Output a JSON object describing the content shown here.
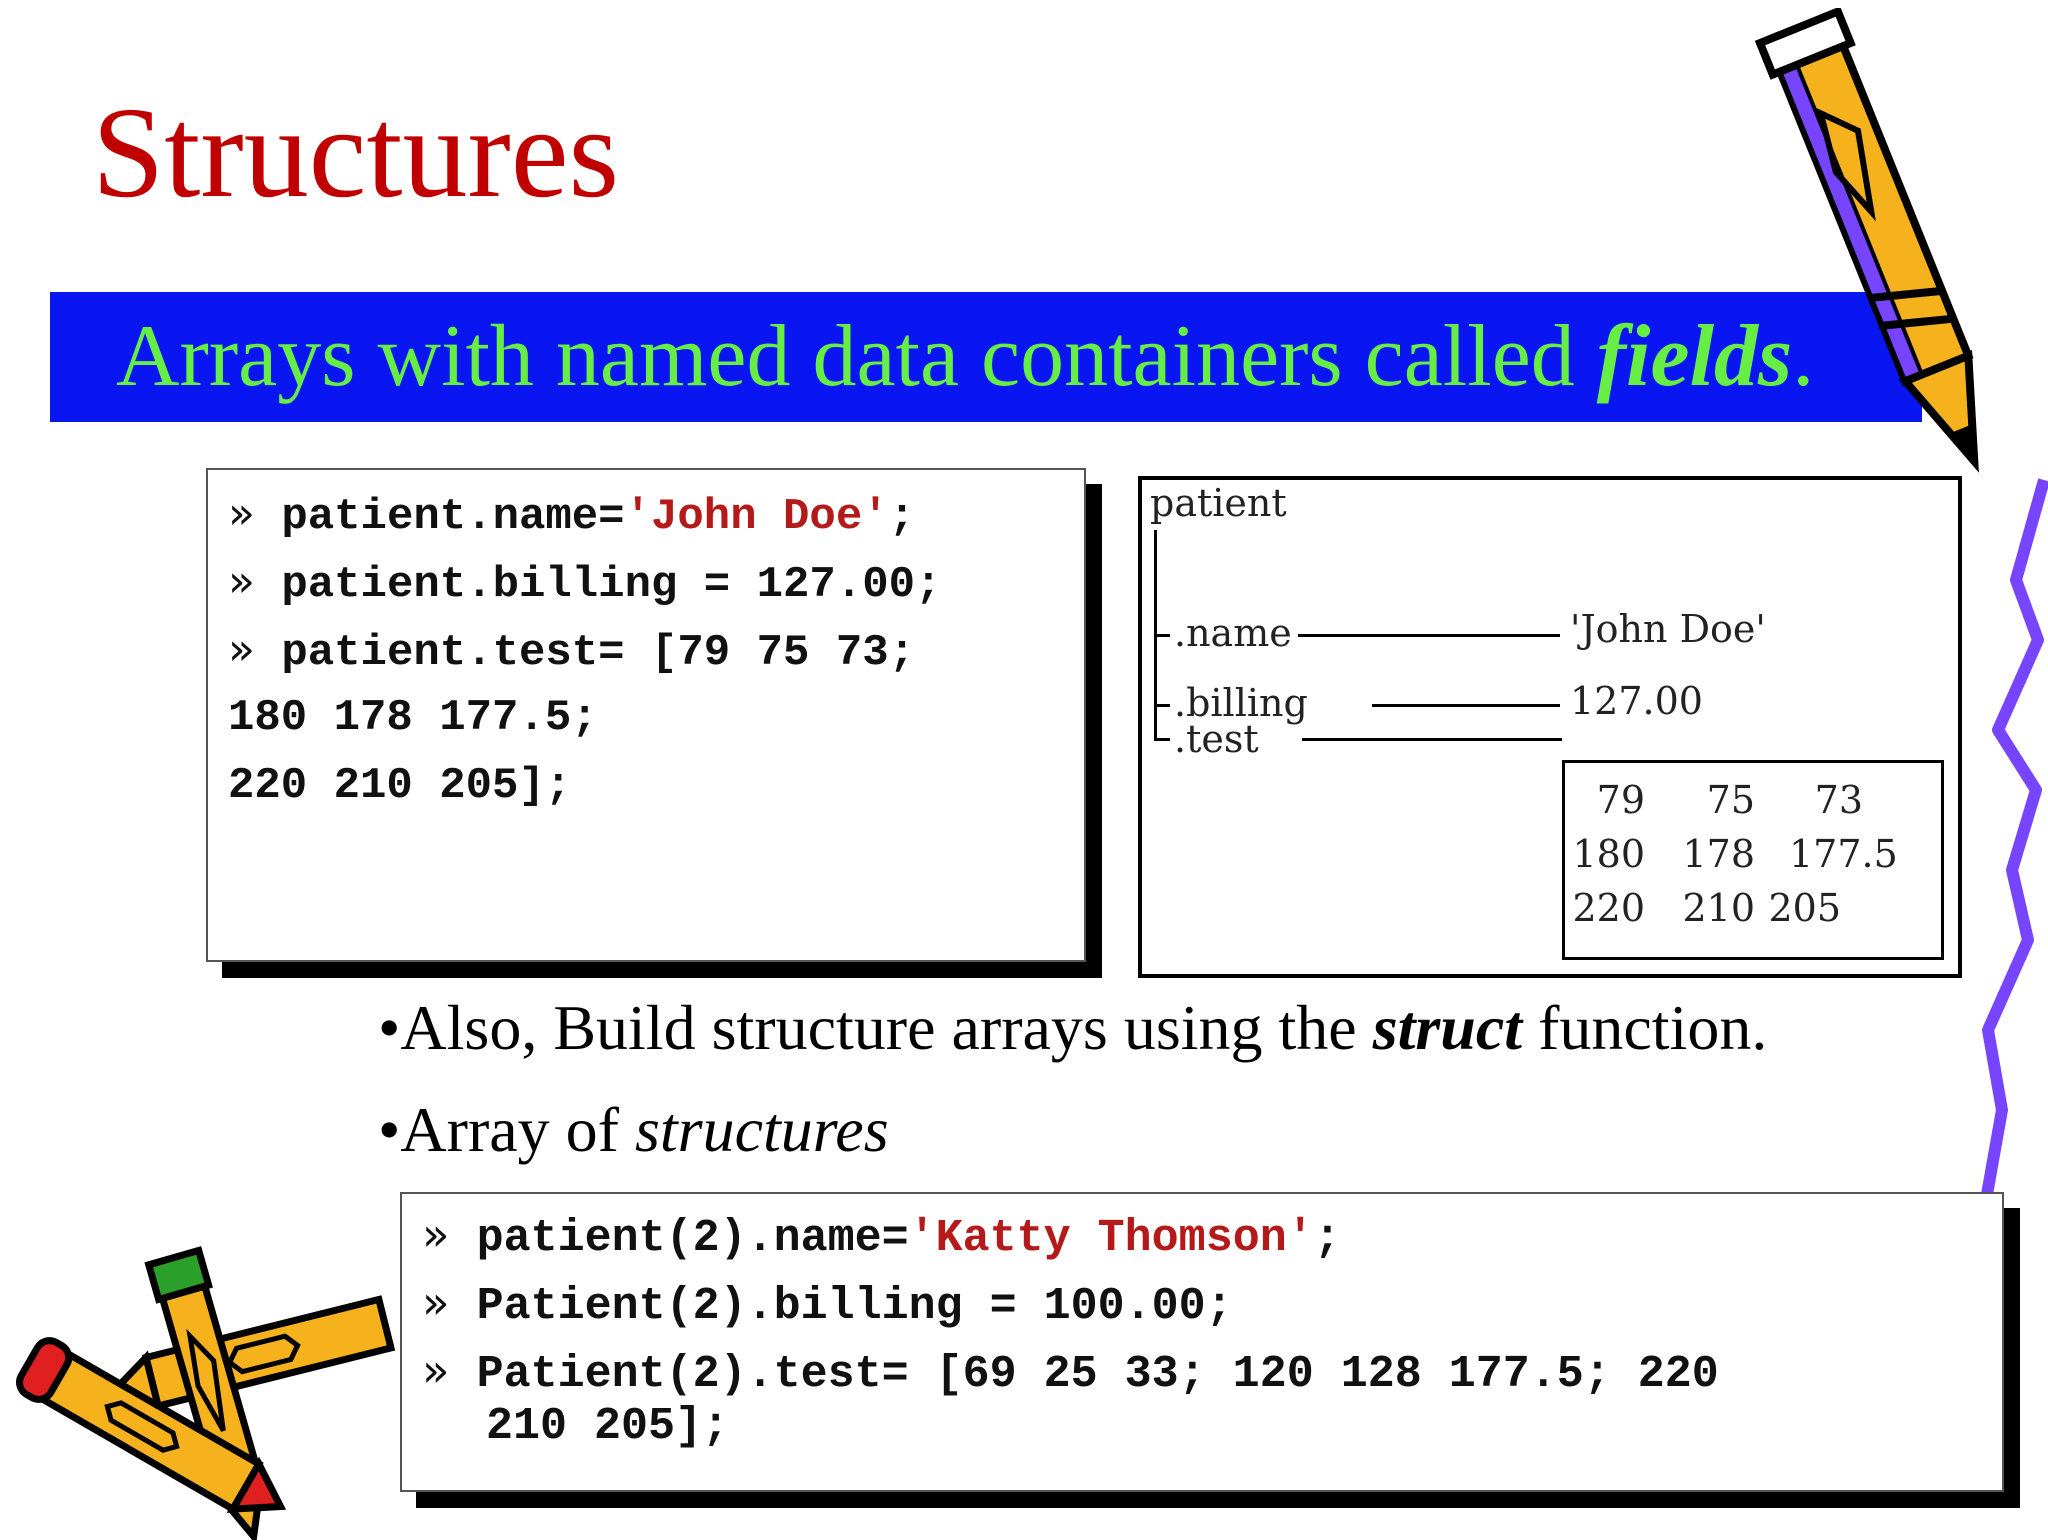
{
  "colors": {
    "title": "#c00000",
    "banner_bg": "#0a16f2",
    "banner_text": "#66ee44",
    "string_literal": "#b51a1a",
    "pencil_body": "#f5b21d",
    "pencil_accent": "#7744ff",
    "squiggle": "#7744ff"
  },
  "slide": {
    "title": "Structures",
    "banner": {
      "text_before": "Arrays with named data containers called ",
      "emphasis": "fields",
      "text_after": "."
    }
  },
  "code_block_1": {
    "prompt": "»",
    "lines": [
      {
        "prompt": true,
        "code": "patient.name=",
        "string": "'John Doe'",
        "tail": ";"
      },
      {
        "prompt": true,
        "code": "patient.billing = 127.00;"
      },
      {
        "prompt": true,
        "code": "patient.test= [79 75 73;"
      },
      {
        "prompt": false,
        "code": "180 178 177.5;"
      },
      {
        "prompt": false,
        "code": "220 210 205];"
      }
    ]
  },
  "diagram": {
    "root": "patient",
    "fields": [
      {
        "label": ".name",
        "value": "'John Doe'"
      },
      {
        "label": ".billing",
        "value": "127.00"
      },
      {
        "label": ".test",
        "value": ""
      }
    ],
    "matrix": [
      [
        "79",
        "75",
        "73"
      ],
      [
        "180",
        "178",
        "177.5"
      ],
      [
        "220",
        "210",
        "205"
      ]
    ]
  },
  "bullets": [
    {
      "marker": "•",
      "before": "Also, Build structure arrays using the ",
      "emphasis": "struct",
      "after": " function."
    },
    {
      "marker": "•",
      "before": "Array of ",
      "emphasis": "structures",
      "after": ""
    }
  ],
  "code_block_2": {
    "prompt": "»",
    "lines": [
      {
        "prompt": true,
        "code": "patient(2).name=",
        "string": "'Katty Thomson'",
        "tail": ";"
      },
      {
        "prompt": true,
        "code": "Patient(2).billing = 100.00;"
      },
      {
        "prompt": true,
        "code": "Patient(2).test= [69 25 33; 120 128 177.5; 220"
      },
      {
        "prompt": false,
        "code": "210 205];"
      }
    ]
  },
  "decorations": [
    {
      "icon": "pencil-icon"
    },
    {
      "icon": "pencils-icon"
    },
    {
      "icon": "squiggle-line"
    }
  ]
}
